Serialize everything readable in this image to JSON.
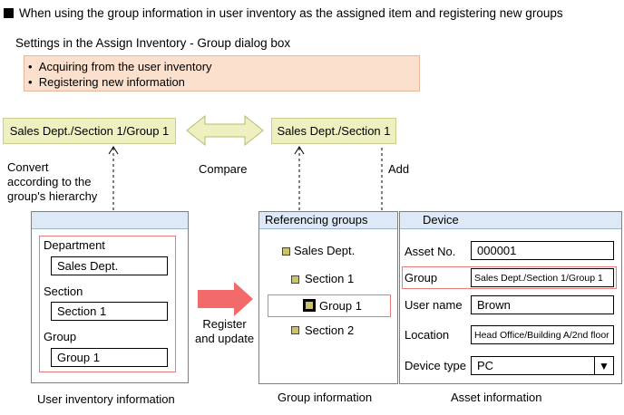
{
  "heading": "When using the group information in user inventory as the assigned item and registering new groups",
  "subheading": "Settings in the Assign Inventory - Group dialog box",
  "settings": [
    "Acquiring from the user inventory",
    "Registering new information"
  ],
  "source_path": "Sales Dept./Section 1/Group 1",
  "target_path": "Sales Dept./Section 1",
  "labels": {
    "convert": [
      "Convert",
      "according to the",
      "group's hierarchy"
    ],
    "compare": "Compare",
    "add": "Add",
    "register": [
      "Register",
      "and update"
    ]
  },
  "user_inventory": {
    "fields": [
      {
        "label": "Department",
        "value": "Sales Dept."
      },
      {
        "label": "Section",
        "value": "Section 1"
      },
      {
        "label": "Group",
        "value": "Group 1"
      }
    ],
    "caption": "User inventory information"
  },
  "groups": {
    "header": "Referencing groups",
    "tree": [
      "Sales Dept.",
      "Section 1",
      "Group 1",
      "Section 2"
    ],
    "caption": "Group information"
  },
  "device": {
    "header": "Device",
    "fields": [
      {
        "label": "Asset No.",
        "value": "000001"
      },
      {
        "label": "Group",
        "value": "Sales Dept./Section 1/Group 1"
      },
      {
        "label": "User name",
        "value": "Brown"
      },
      {
        "label": "Location",
        "value": "Head Office/Building A/2nd floor"
      },
      {
        "label": "Device type",
        "value": "PC"
      }
    ],
    "caption": "Asset information"
  },
  "colors": {
    "path_box": "#eef0bf",
    "note_box": "#fbe0cd",
    "panel_header": "#dde9f7",
    "highlight": "#e77b7b",
    "arrow": "#f26a6a"
  },
  "icons": [
    "square-bullet-icon",
    "bullet-icon",
    "double-arrow-icon",
    "dashed-arrow-icon",
    "register-arrow-icon",
    "tree-node-icon",
    "dropdown-arrow-icon"
  ]
}
